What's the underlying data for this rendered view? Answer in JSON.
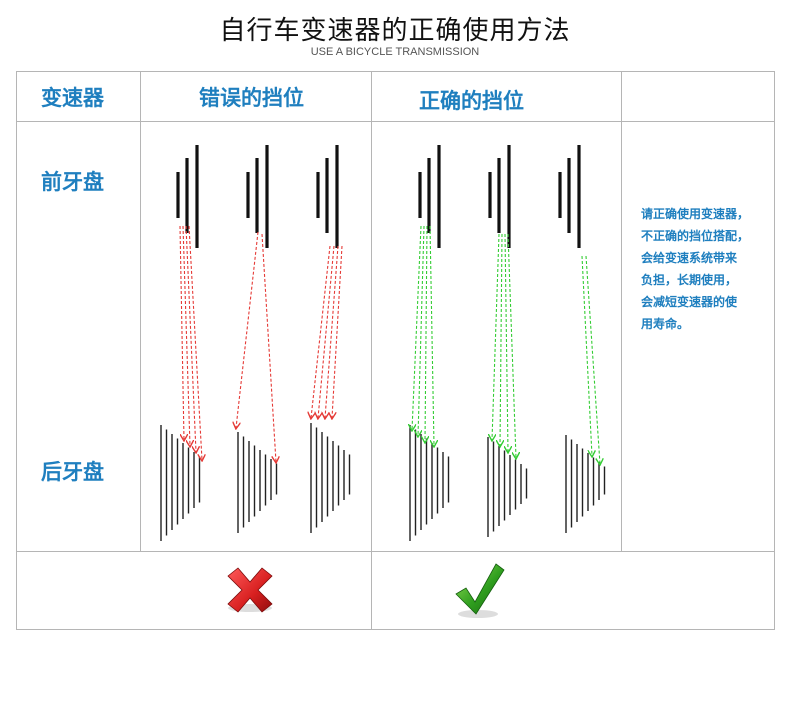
{
  "title": "自行车变速器的正确使用方法",
  "subtitle": "USE A BICYCLE TRANSMISSION",
  "headers": {
    "col1": "变速器",
    "col2": "错误的挡位",
    "col3": "正确的挡位"
  },
  "rows": {
    "front": "前牙盘",
    "rear": "后牙盘"
  },
  "note_lines": [
    "请正确使用变速器，",
    "不正确的挡位搭配，",
    "会给变速系统带来",
    "负担，长期使用，",
    "会减短变速器的使",
    "用寿命。"
  ],
  "icons": {
    "wrong": "red-cross-icon",
    "right": "green-check-icon"
  },
  "colors": {
    "accent": "#1f7fbf",
    "wrong_arrow": "#e53935",
    "right_arrow": "#33cc33",
    "border": "#b5b5b5"
  }
}
